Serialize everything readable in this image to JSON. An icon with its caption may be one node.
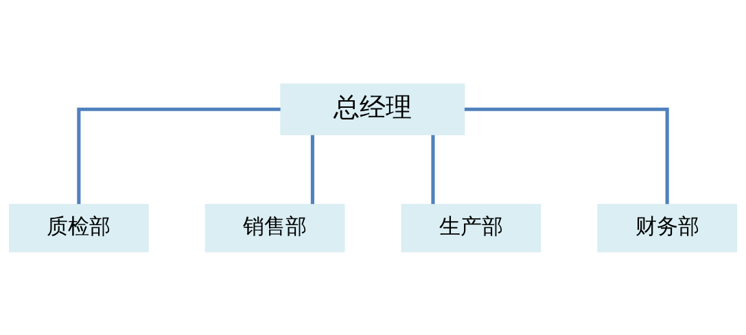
{
  "diagram": {
    "nodes": [
      {
        "text": [
          "总经理"
        ]
      },
      {
        "text": [
          "质检部"
        ]
      },
      {
        "text": [
          "销售部"
        ]
      },
      {
        "text": [
          "生产部"
        ]
      },
      {
        "text": [
          "财务部"
        ]
      }
    ],
    "edges": [
      {
        "from": 0,
        "to": 1,
        "arrow": "none"
      },
      {
        "from": 0,
        "to": 2,
        "arrow": "none"
      },
      {
        "from": 0,
        "to": 3,
        "arrow": "none"
      },
      {
        "from": 0,
        "to": 4,
        "arrow": "none"
      }
    ]
  }
}
